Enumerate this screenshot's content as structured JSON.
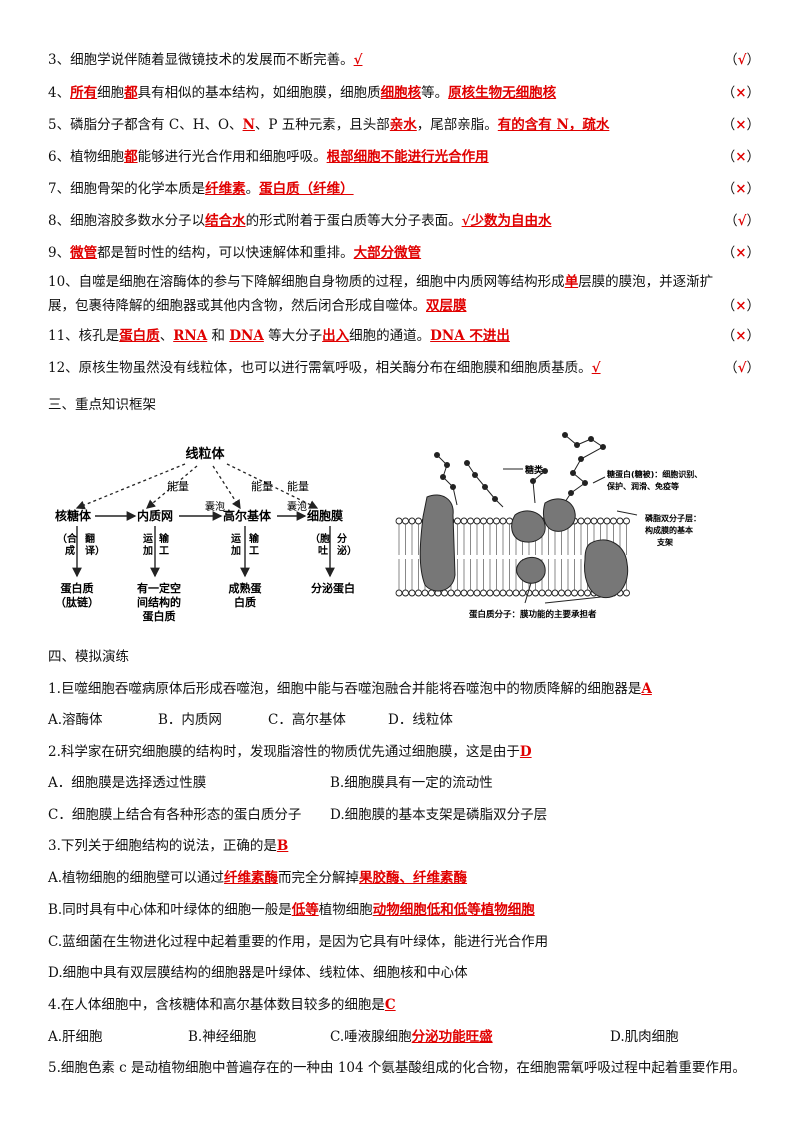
{
  "items": [
    {
      "id": "3",
      "parts": [
        {
          "t": "3、细胞学说伴随着显微镜技术的发展而不断完善。"
        },
        {
          "t": "√",
          "red": true
        }
      ],
      "mark": "√"
    },
    {
      "id": "4",
      "parts": [
        {
          "t": "4、"
        },
        {
          "t": "所有",
          "red": true
        },
        {
          "t": "细胞"
        },
        {
          "t": "都",
          "red": true
        },
        {
          "t": "具有相似的基本结构，如细胞膜，细胞质"
        },
        {
          "t": "细胞核",
          "red": true
        },
        {
          "t": "等。"
        },
        {
          "t": "原核生物无细胞核",
          "red": true
        }
      ],
      "mark": "×"
    },
    {
      "id": "5",
      "parts": [
        {
          "t": "5、磷脂分子都含有 C、H、O、"
        },
        {
          "t": "N",
          "red": true
        },
        {
          "t": "、P 五种元素，且头部"
        },
        {
          "t": "亲水",
          "red": true
        },
        {
          "t": "，尾部亲脂。"
        },
        {
          "t": "有的含有 N，疏水",
          "red": true
        }
      ],
      "mark": "×"
    },
    {
      "id": "6",
      "parts": [
        {
          "t": "6、植物细胞"
        },
        {
          "t": "都",
          "red": true
        },
        {
          "t": "能够进行光合作用和细胞呼吸。"
        },
        {
          "t": "根部细胞不能进行光合作用",
          "red": true
        }
      ],
      "mark": "×"
    },
    {
      "id": "7",
      "parts": [
        {
          "t": "7、细胞骨架的化学本质是"
        },
        {
          "t": "纤维素",
          "red": true
        },
        {
          "t": "。"
        },
        {
          "t": "蛋白质（纤维）",
          "red": true
        }
      ],
      "mark": "×"
    },
    {
      "id": "8",
      "parts": [
        {
          "t": "8、细胞溶胶多数水分子以"
        },
        {
          "t": "结合水",
          "red": true
        },
        {
          "t": "的形式附着于蛋白质等大分子表面。"
        },
        {
          "t": "√少数为自由水",
          "red": true
        }
      ],
      "mark": "√"
    },
    {
      "id": "9",
      "parts": [
        {
          "t": "9、"
        },
        {
          "t": "微管",
          "red": true
        },
        {
          "t": "都是暂时性的结构，可以快速解体和重排。"
        },
        {
          "t": "大部分微管",
          "red": true
        }
      ],
      "mark": "×"
    }
  ],
  "item10": {
    "line1": [
      {
        "t": "10、自噬是细胞在溶酶体的参与下降解细胞自身物质的过程，细胞中内质网等结构形成"
      },
      {
        "t": "单",
        "red": true
      },
      {
        "t": "层膜的膜泡，并逐渐扩"
      }
    ],
    "line2": [
      {
        "t": "展，包裹待降解的细胞器或其他内含物，然后闭合形成自噬体。"
      },
      {
        "t": "双层膜",
        "red": true
      }
    ],
    "mark": "×"
  },
  "items2": [
    {
      "id": "11",
      "parts": [
        {
          "t": "11、核孔是"
        },
        {
          "t": "蛋白质",
          "red": true
        },
        {
          "t": "、"
        },
        {
          "t": "RNA",
          "red": true
        },
        {
          "t": " 和 "
        },
        {
          "t": "DNA",
          "red": true
        },
        {
          "t": " 等大分子"
        },
        {
          "t": "出入",
          "red": true
        },
        {
          "t": "细胞的通道。"
        },
        {
          "t": "DNA 不进出",
          "red": true
        }
      ],
      "mark": "×"
    },
    {
      "id": "12",
      "parts": [
        {
          "t": "12、原核生物虽然没有线粒体，也可以进行需氧呼吸，相关酶分布在细胞膜和细胞质基质。"
        },
        {
          "t": "√",
          "red": true
        }
      ],
      "mark": "√"
    }
  ],
  "section3": "三、重点知识框架",
  "diagram1": {
    "top": "线粒体",
    "energy1": "能量",
    "energy2": "能量",
    "energy3": "能量",
    "vesicle1": "囊泡",
    "vesicle2": "囊泡",
    "nodes": [
      "核糖体",
      "内质网",
      "高尔基体",
      "细胞膜"
    ],
    "v1": [
      "（合",
      "成",
      "翻",
      "译）"
    ],
    "v2": [
      "运",
      "加",
      "输",
      "工"
    ],
    "v3": [
      "运",
      "加",
      "输",
      "工"
    ],
    "v4": [
      "（胞",
      "吐",
      "分",
      "泌）"
    ],
    "out1": [
      "蛋白质",
      "（肽链）"
    ],
    "out2": [
      "有一定空",
      "间结构的",
      "蛋白质"
    ],
    "out3": [
      "成熟蛋",
      "白质"
    ],
    "out4": [
      "分泌蛋白"
    ]
  },
  "diagram2": {
    "sugar": "糖类",
    "glyco": [
      "糖蛋白(糖被)：细胞识别、",
      "保护、润滑、免疫等"
    ],
    "lipid": [
      "磷脂双分子层：",
      "构成膜的基本",
      "支架"
    ],
    "protein": "蛋白质分子：膜功能的主要承担者"
  },
  "section4": "四、模拟演练",
  "q1": {
    "stem": "1.巨噬细胞吞噬病原体后形成吞噬泡，细胞中能与吞噬泡融合并能将吞噬泡中的物质降解的细胞器是",
    "ans": "A",
    "opts": [
      "A.溶酶体",
      "B．内质网",
      "C．高尔基体",
      "D．线粒体"
    ]
  },
  "q2": {
    "stem": "2.科学家在研究细胞膜的结构时，发现脂溶性的物质优先通过细胞膜，这是由于",
    "ans": "D",
    "opts": [
      "A．细胞膜是选择透过性膜",
      "B.细胞膜具有一定的流动性",
      "C．细胞膜上结合有各种形态的蛋白质分子",
      "D.细胞膜的基本支架是磷脂双分子层"
    ]
  },
  "q3": {
    "stem": "3.下列关于细胞结构的说法，正确的是",
    "ans": "B",
    "a": [
      {
        "t": "A.植物细胞的细胞壁可以通过"
      },
      {
        "t": "纤维素酶",
        "red": true
      },
      {
        "t": "而完全分解掉"
      },
      {
        "t": "果胶酶、纤维素酶",
        "red": true
      }
    ],
    "b": [
      {
        "t": "B.同时具有中心体和叶绿体的细胞一般是"
      },
      {
        "t": "低等",
        "red": true
      },
      {
        "t": "植物细胞"
      },
      {
        "t": "动物细胞低和低等植物细胞",
        "red": true
      }
    ],
    "c": "C.蓝细菌在生物进化过程中起着重要的作用，是因为它具有叶绿体，能进行光合作用",
    "d": "D.细胞中具有双层膜结构的细胞器是叶绿体、线粒体、细胞核和中心体"
  },
  "q4": {
    "stem": "4.在人体细胞中，含核糖体和高尔基体数目较多的细胞是",
    "ans": "C",
    "opts": [
      "A.肝细胞",
      "B.神经细胞",
      "C.唾液腺细胞",
      "D.肌肉细胞"
    ],
    "note": "分泌功能旺盛"
  },
  "q5": {
    "stem": "5.细胞色素 c 是动植物细胞中普遍存在的一种由 104 个氨基酸组成的化合物，在细胞需氧呼吸过程中起着重要作用。"
  }
}
